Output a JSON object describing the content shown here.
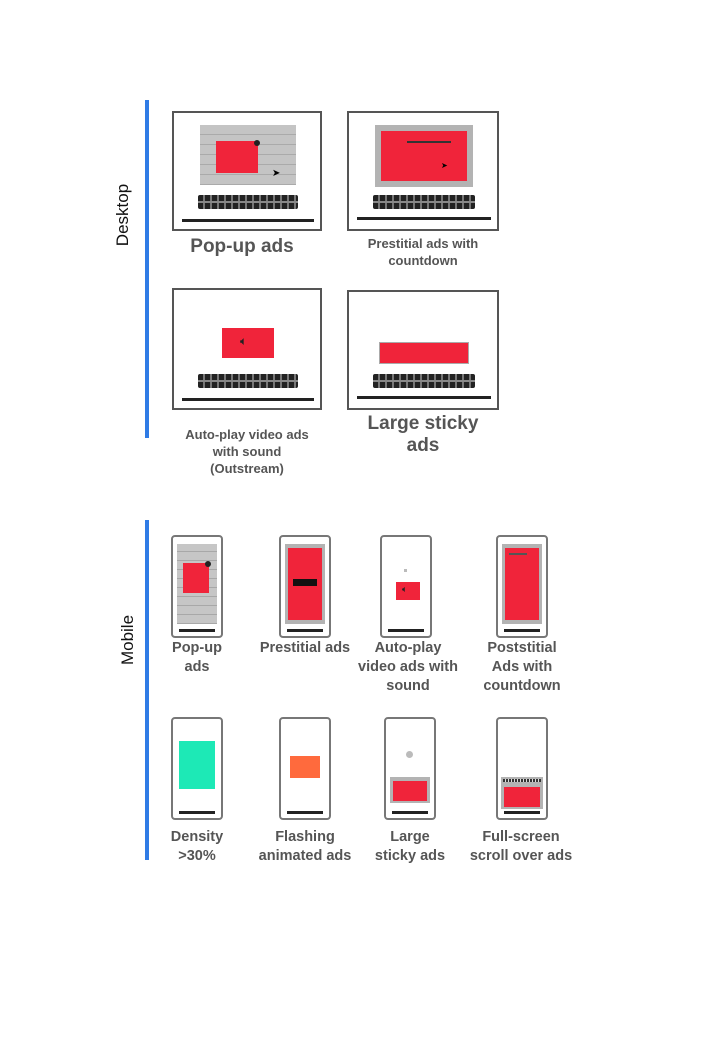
{
  "sections": {
    "desktop": "Desktop",
    "mobile": "Mobile"
  },
  "desktop_items": {
    "popup": "Pop-up ads",
    "prestitial_l1": "Prestitial ads with",
    "prestitial_l2": "countdown",
    "autoplay_l1": "Auto-play video ads",
    "autoplay_l2": "with sound",
    "autoplay_l3": "(Outstream)",
    "sticky_l1": "Large sticky",
    "sticky_l2": "ads"
  },
  "mobile_items": {
    "popup_l1": "Pop-up",
    "popup_l2": "ads",
    "prestitial": "Prestitial ads",
    "autoplay_l1": "Auto-play",
    "autoplay_l2": "video ads with",
    "autoplay_l3": "sound",
    "poststitial_l1": "Poststitial",
    "poststitial_l2": "Ads with",
    "poststitial_l3": "countdown",
    "density_l1": "Density",
    "density_l2": ">30%",
    "flashing_l1": "Flashing",
    "flashing_l2": "animated ads",
    "sticky_l1": "Large",
    "sticky_l2": "sticky ads",
    "fullscreen_l1": "Full-screen",
    "fullscreen_l2": "scroll over ads"
  },
  "colors": {
    "accent_bar": "#2f7be5",
    "ad_red": "#f0243a",
    "ad_teal": "#1de9b6",
    "ad_orange": "#ff6a3d",
    "caption_grey": "#555555"
  }
}
